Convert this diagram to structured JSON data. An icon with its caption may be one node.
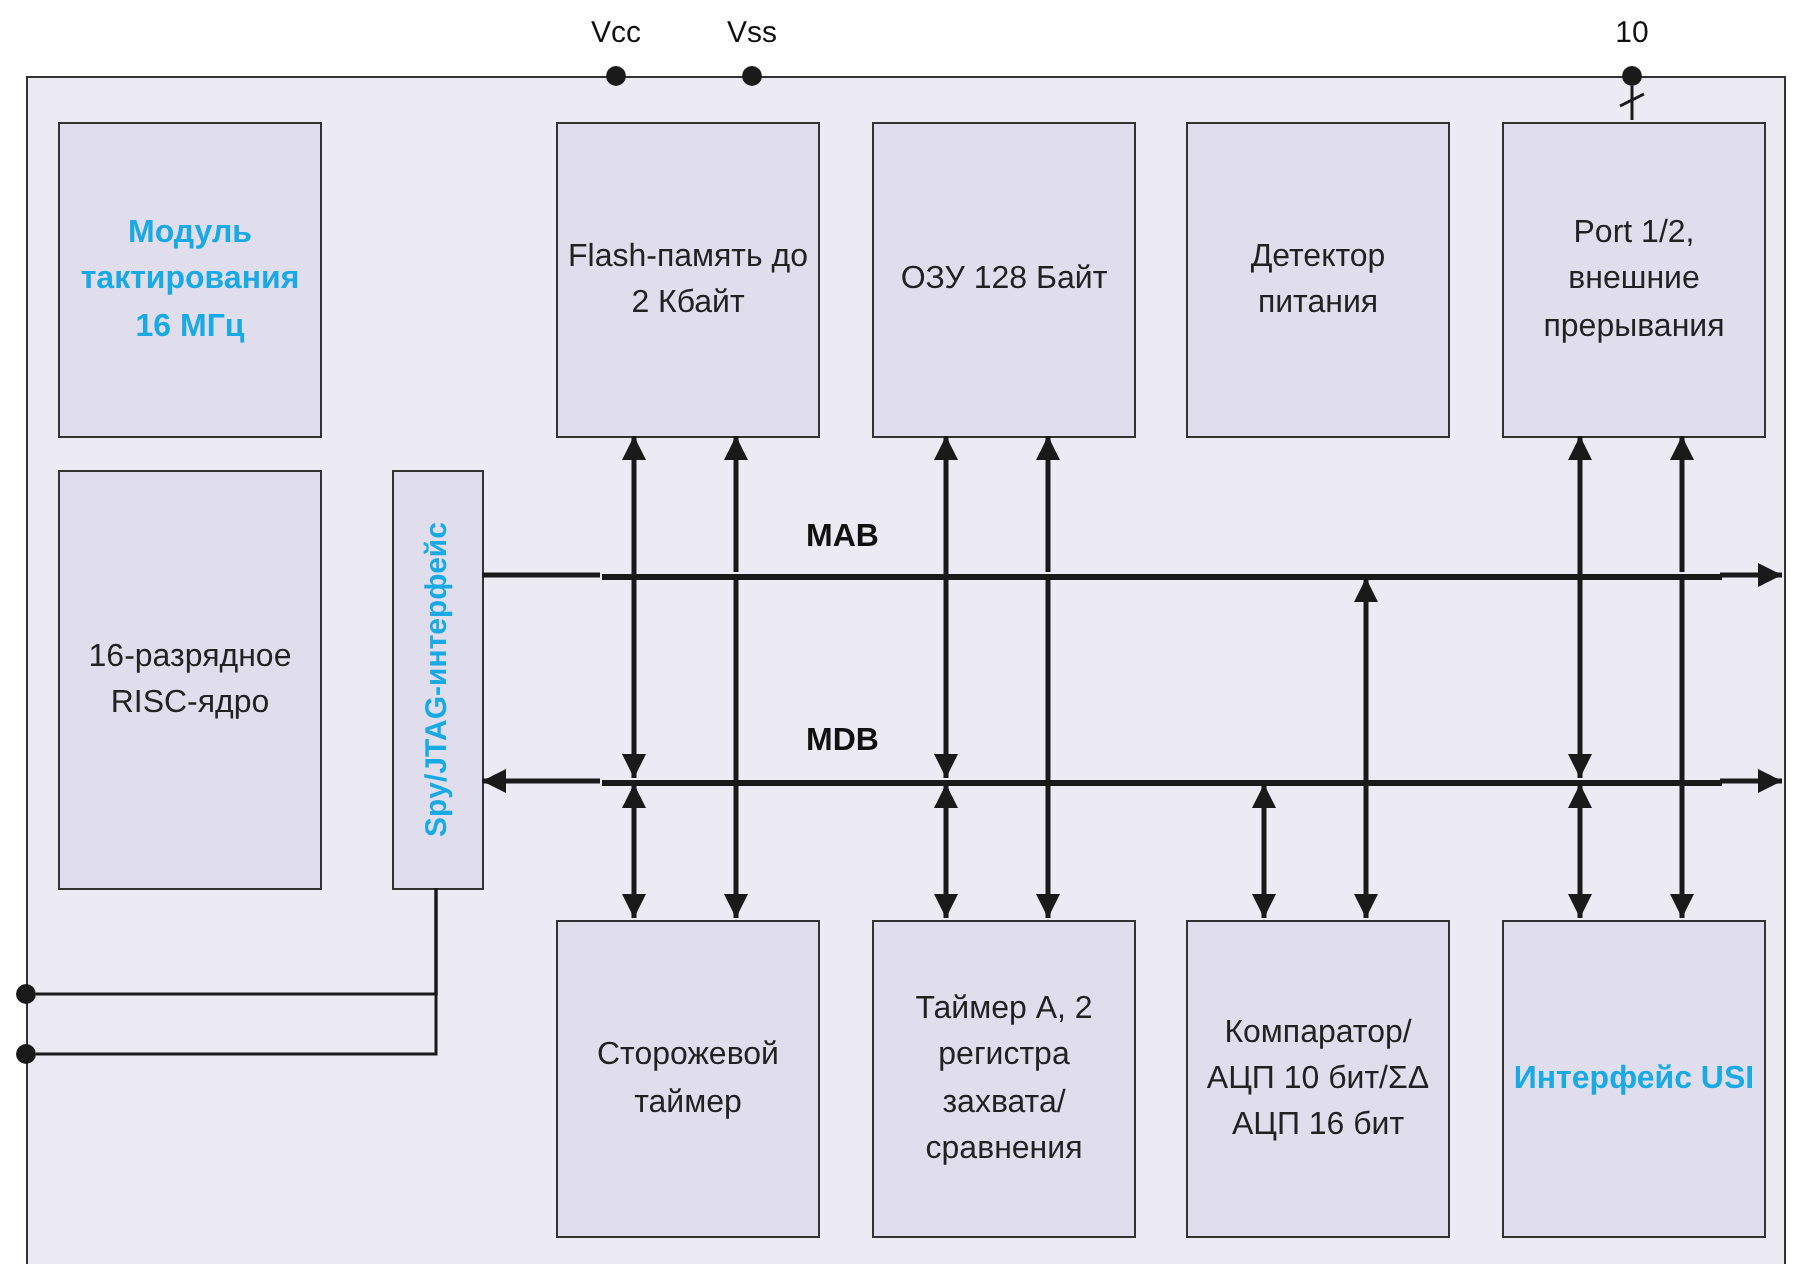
{
  "diagram": {
    "nodes": [
      {
        "text": [],
        "shape": "box"
      },
      {
        "text": [],
        "shape": "circle",
        "beside": [
          "Vcc"
        ]
      },
      {
        "text": [],
        "shape": "circle",
        "beside": [
          "Vss"
        ]
      },
      {
        "text": [],
        "shape": "circle",
        "beside": [
          "10"
        ]
      },
      {
        "text": [
          "Модуль тактирования 16 МГц"
        ],
        "in": 0
      },
      {
        "text": [
          "Flash-память до 2 Кбайт"
        ],
        "in": 0
      },
      {
        "text": [
          "ОЗУ 128 Байт"
        ],
        "in": 0
      },
      {
        "text": [
          "Детектор питания"
        ],
        "in": 0
      },
      {
        "text": [
          "Port 1/2, внешние прерывания"
        ],
        "in": 0
      },
      {
        "text": [
          "16-разрядное RISC-ядро"
        ],
        "in": 0
      },
      {
        "text": [
          "Spy/JTAG-интерфейс"
        ],
        "in": 0
      },
      {
        "text": [],
        "shape": "bar",
        "beside": [
          "MAB"
        ],
        "in": 0
      },
      {
        "text": [],
        "shape": "bar",
        "beside": [
          "MDB"
        ],
        "in": 0
      },
      {
        "text": [
          "Сторожевой таймер"
        ],
        "in": 0
      },
      {
        "text": [
          "Таймер А, 2 регистра захвата/ сравнения"
        ],
        "in": 0
      },
      {
        "text": [
          "Компаратор/ АЦП 10 бит/ΣΔ АЦП 16 бит"
        ],
        "in": 0
      },
      {
        "text": [
          "Интерфейс USI"
        ],
        "in": 0
      },
      {
        "text": [],
        "shape": "circle"
      },
      {
        "text": [],
        "shape": "circle"
      }
    ],
    "edges": [
      {
        "from": 3,
        "to": 8,
        "arrow": "none"
      },
      {
        "from": 10,
        "to": 11,
        "arrow": "none"
      },
      {
        "from": 11,
        "to": null,
        "arrow": "to"
      },
      {
        "from": 12,
        "to": 10,
        "arrow": "to"
      },
      {
        "from": 12,
        "to": null,
        "arrow": "to"
      },
      {
        "from": 12,
        "to": 5,
        "arrow": "both"
      },
      {
        "from": 11,
        "to": 5,
        "arrow": "to"
      },
      {
        "from": 12,
        "to": 13,
        "arrow": "both"
      },
      {
        "from": 11,
        "to": 13,
        "arrow": "to"
      },
      {
        "from": 12,
        "to": 6,
        "arrow": "both"
      },
      {
        "from": 11,
        "to": 6,
        "arrow": "to"
      },
      {
        "from": 12,
        "to": 14,
        "arrow": "both"
      },
      {
        "from": 11,
        "to": 14,
        "arrow": "to"
      },
      {
        "from": 12,
        "to": 15,
        "arrow": "both"
      },
      {
        "from": 11,
        "to": 15,
        "arrow": "both"
      },
      {
        "from": 12,
        "to": 8,
        "arrow": "both"
      },
      {
        "from": 11,
        "to": 8,
        "arrow": "to"
      },
      {
        "from": 12,
        "to": 16,
        "arrow": "both"
      },
      {
        "from": 11,
        "to": 16,
        "arrow": "to"
      },
      {
        "from": 10,
        "to": 17,
        "arrow": "none"
      },
      {
        "from": 10,
        "to": 18,
        "arrow": "none"
      }
    ]
  }
}
